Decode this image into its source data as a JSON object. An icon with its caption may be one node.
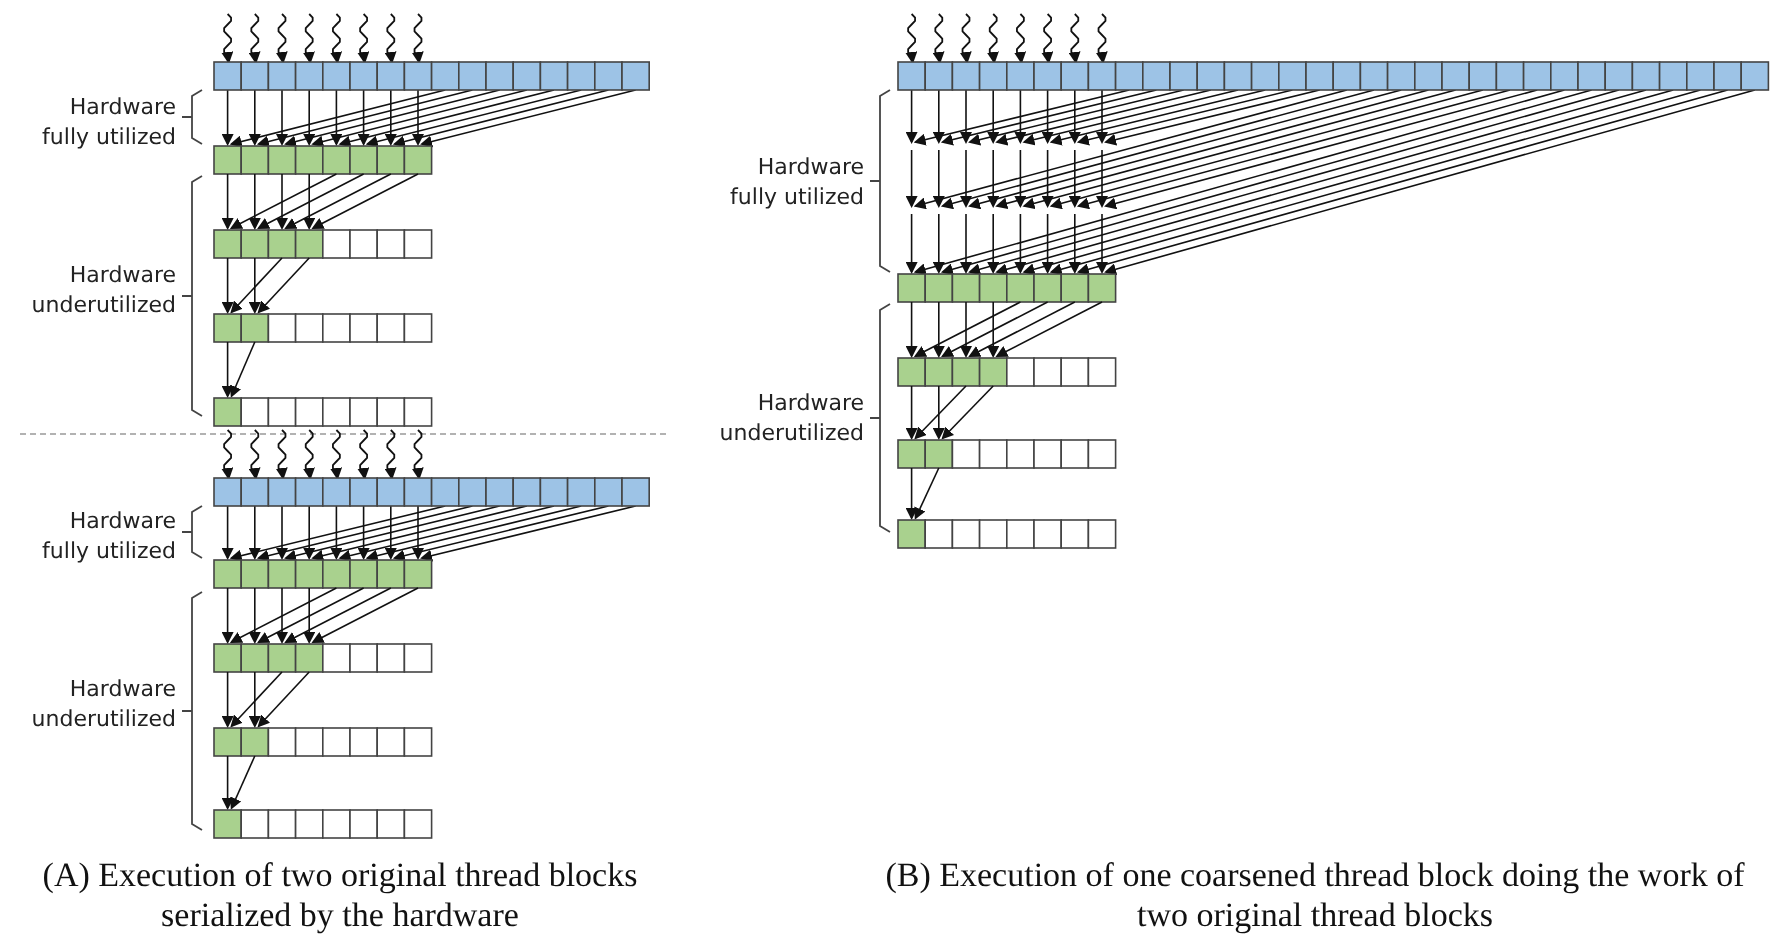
{
  "diagram": {
    "labels": [
      "Hardware fully utilized",
      "Hardware underutilized",
      "Hardware fully utilized",
      "Hardware underutilized",
      "Hardware fully utilized",
      "Hardware underutilized",
      "(A) Execution of two original thread blocks serialized by the hardware",
      "(B) Execution of one coarsened thread block doing the work of two original thread blocks"
    ]
  }
}
